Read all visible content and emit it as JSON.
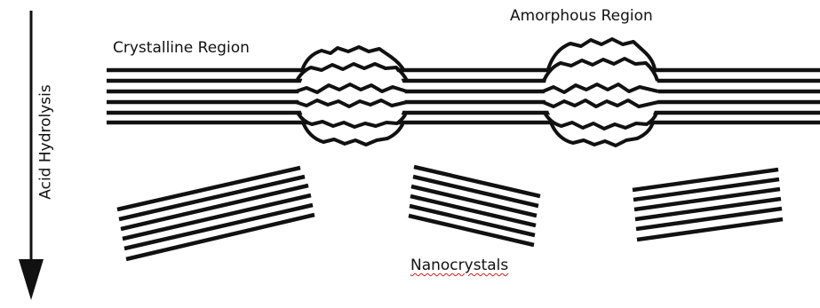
{
  "labels": {
    "crystalline": "Crystalline Region",
    "amorphous": "Amorphous Region",
    "nanocrystals": "Nanocrystals",
    "process": "Acid Hydrolysis"
  },
  "colors": {
    "stroke": "#111111",
    "background": "#ffffff",
    "spellcheck_underline": "#cc2222"
  },
  "icons": {
    "process_arrow": "arrow-down-icon"
  }
}
